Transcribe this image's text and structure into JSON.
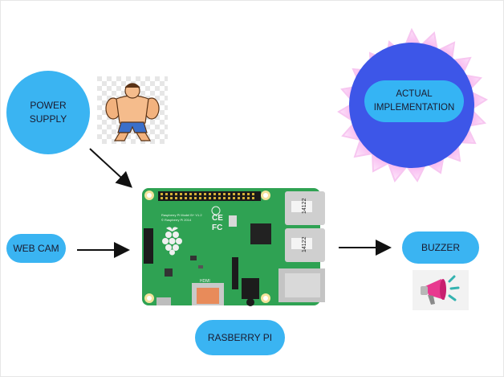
{
  "diagram": {
    "nodes": {
      "power_supply": "POWER\nSUPPLY",
      "web_cam": "WEB CAM",
      "buzzer": "BUZZER",
      "rasberry_pi": "RASBERRY PI",
      "actual_implementation": "ACTUAL\nIMPLEMENTATION"
    },
    "board": {
      "top_text": "Raspberry Pi Model B+ V1.2",
      "sub_text": "© Raspberry Pi 2014",
      "usb_code": "14122",
      "hdmi_label": "HDMI"
    },
    "colors": {
      "node_fill": "#3ab4f2",
      "gear_outer": "#f7b6ef",
      "gear_inner": "#3d56e8",
      "badge_fill": "#35b4f4",
      "board": "#2fa253",
      "arrow": "#111111"
    },
    "icons": [
      "strongman-icon",
      "megaphone-icon"
    ]
  }
}
